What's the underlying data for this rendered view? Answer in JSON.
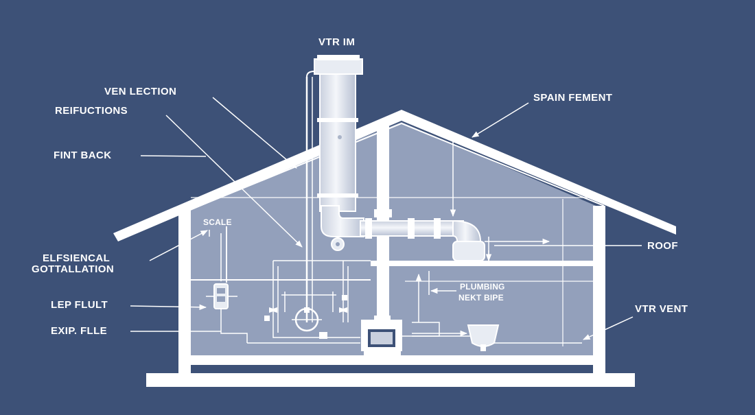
{
  "diagram": {
    "colors": {
      "background": "#3d5177",
      "interior": "#93a0bb",
      "lines": "#ffffff"
    },
    "labels": {
      "vtr_im": "VTR IM",
      "ven_lection": "VEN LECTION",
      "reifuctions": "REIFUCTIONS",
      "fint_back": "FINT BACK",
      "scale": "SCALE",
      "elfsiencal_line1": "ELFSIENCAL",
      "elfsiencal_line2": "GOTTALLATION",
      "lep_flult": "LEP FLULT",
      "exip_flle": "EXIP. FLLE",
      "spain_fement": "SPAIN FEMENT",
      "roof": "ROOF",
      "plumbing_line1": "PLUMBING",
      "plumbing_line2": "NEKT BIPE",
      "vtr_vent": "VTR VENT"
    }
  }
}
